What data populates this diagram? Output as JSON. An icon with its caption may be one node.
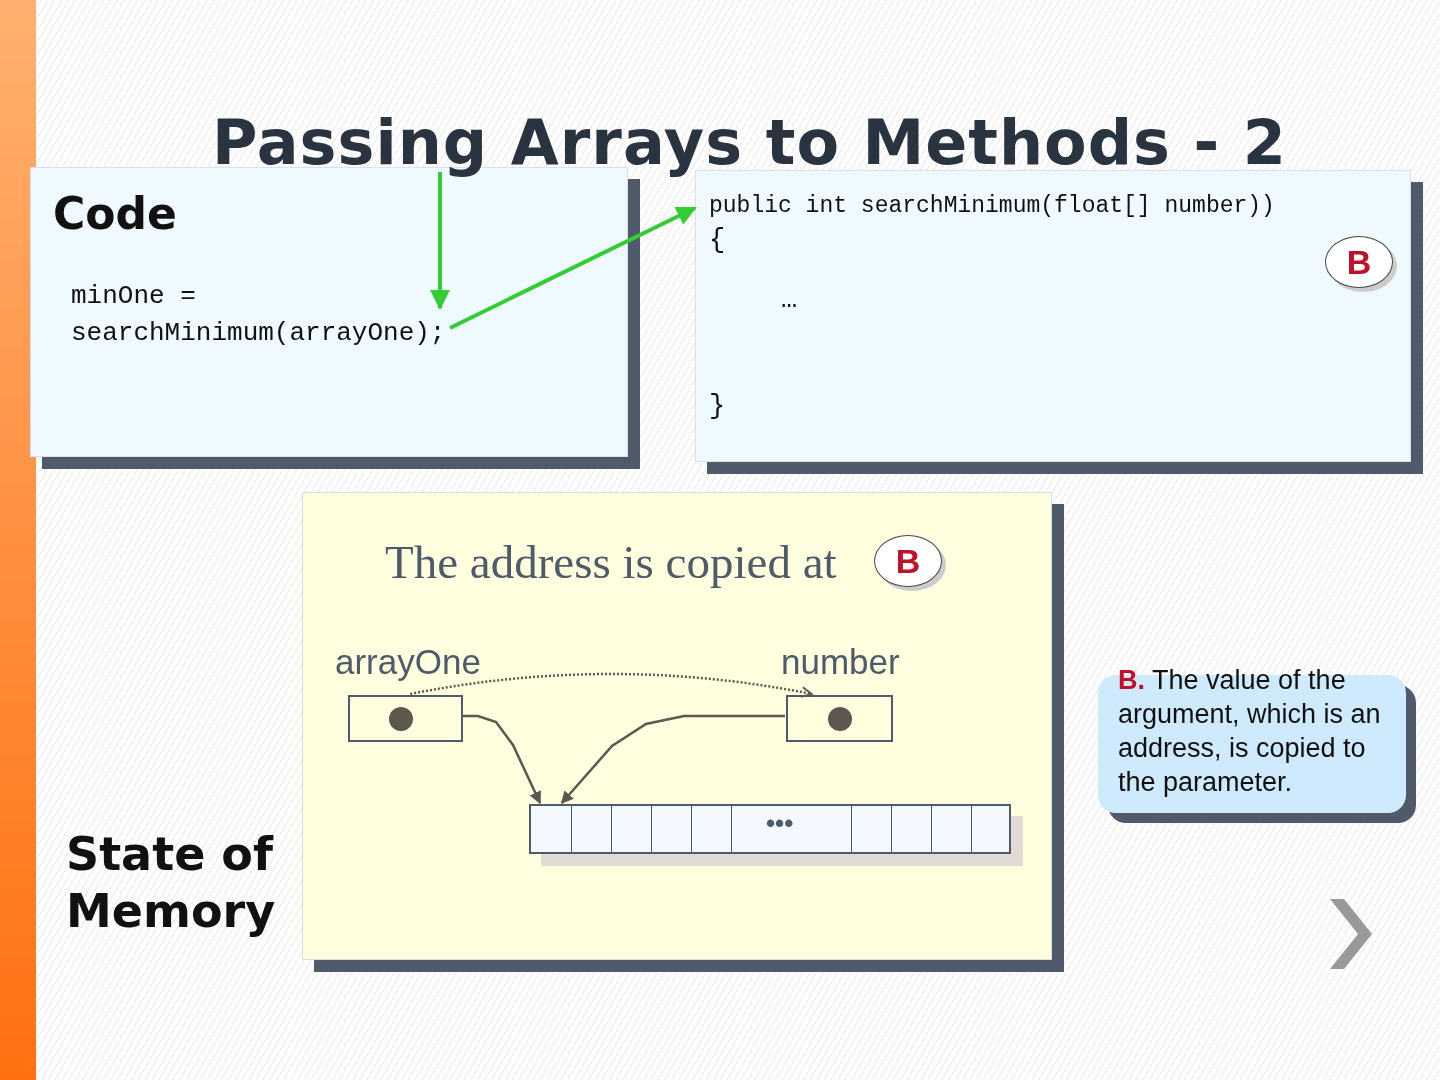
{
  "diagram": {
    "title": "Passing Arrays to Methods - 2",
    "nodes": [
      {
        "text": [
          "Code"
        ]
      },
      {
        "text": [
          "minOne = searchMinimum(arrayOne);"
        ],
        "in": 0
      },
      {
        "text": [
          "public int searchMinimum(float[] number))",
          "{",
          "…",
          "}"
        ]
      },
      {
        "text": [
          "B"
        ],
        "in": 2
      },
      {
        "text": [
          "The address is copied at"
        ]
      },
      {
        "text": [
          "B"
        ],
        "in": 4
      },
      {
        "text": [],
        "shape": "box",
        "beside": [
          "arrayOne"
        ],
        "in": 4
      },
      {
        "text": [],
        "shape": "box",
        "beside": [
          "number"
        ],
        "in": 4
      },
      {
        "text": [
          "•••"
        ],
        "in": 4
      },
      {
        "text": [
          "**B.** The value of the argument, which is an address, is copied to the parameter."
        ]
      }
    ],
    "edges": [
      {
        "from": null,
        "to": 1,
        "arrow": "to",
        "color": "#33cc33"
      },
      {
        "from": 1,
        "to": 2,
        "arrow": "to",
        "color": "#33cc33"
      },
      {
        "from": 6,
        "to": 8,
        "arrow": "to"
      },
      {
        "from": 7,
        "to": 8,
        "arrow": "to"
      },
      {
        "from": 6,
        "to": 7,
        "arrow": "to",
        "style": "dashed"
      }
    ],
    "labels": [
      "State of Memory"
    ]
  }
}
